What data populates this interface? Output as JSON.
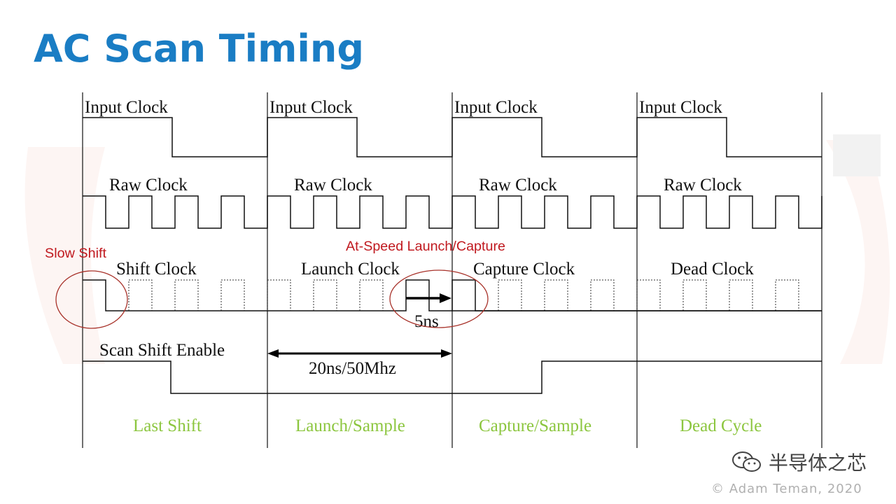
{
  "title": "AC Scan Timing",
  "signals": {
    "input_clock": "Input Clock",
    "raw_clock": "Raw Clock",
    "shift_clock": "Shift Clock",
    "launch_clock": "Launch Clock",
    "capture_clock": "Capture Clock",
    "dead_clock": "Dead Clock",
    "scan_shift_enable": "Scan Shift Enable"
  },
  "phases": [
    "Last Shift",
    "Launch/Sample",
    "Capture/Sample",
    "Dead Cycle"
  ],
  "annotations": {
    "slow_shift": "Slow Shift",
    "at_speed": "At-Speed Launch/Capture",
    "delay": "5ns",
    "period": "20ns/50Mhz"
  },
  "watermark": "半导体之芯",
  "copyright": "© Adam Teman, 2020",
  "colors": {
    "title": "#1a7dc4",
    "phase_labels": "#8cc63f",
    "annotation": "#c0191f",
    "waveform": "#111111"
  }
}
